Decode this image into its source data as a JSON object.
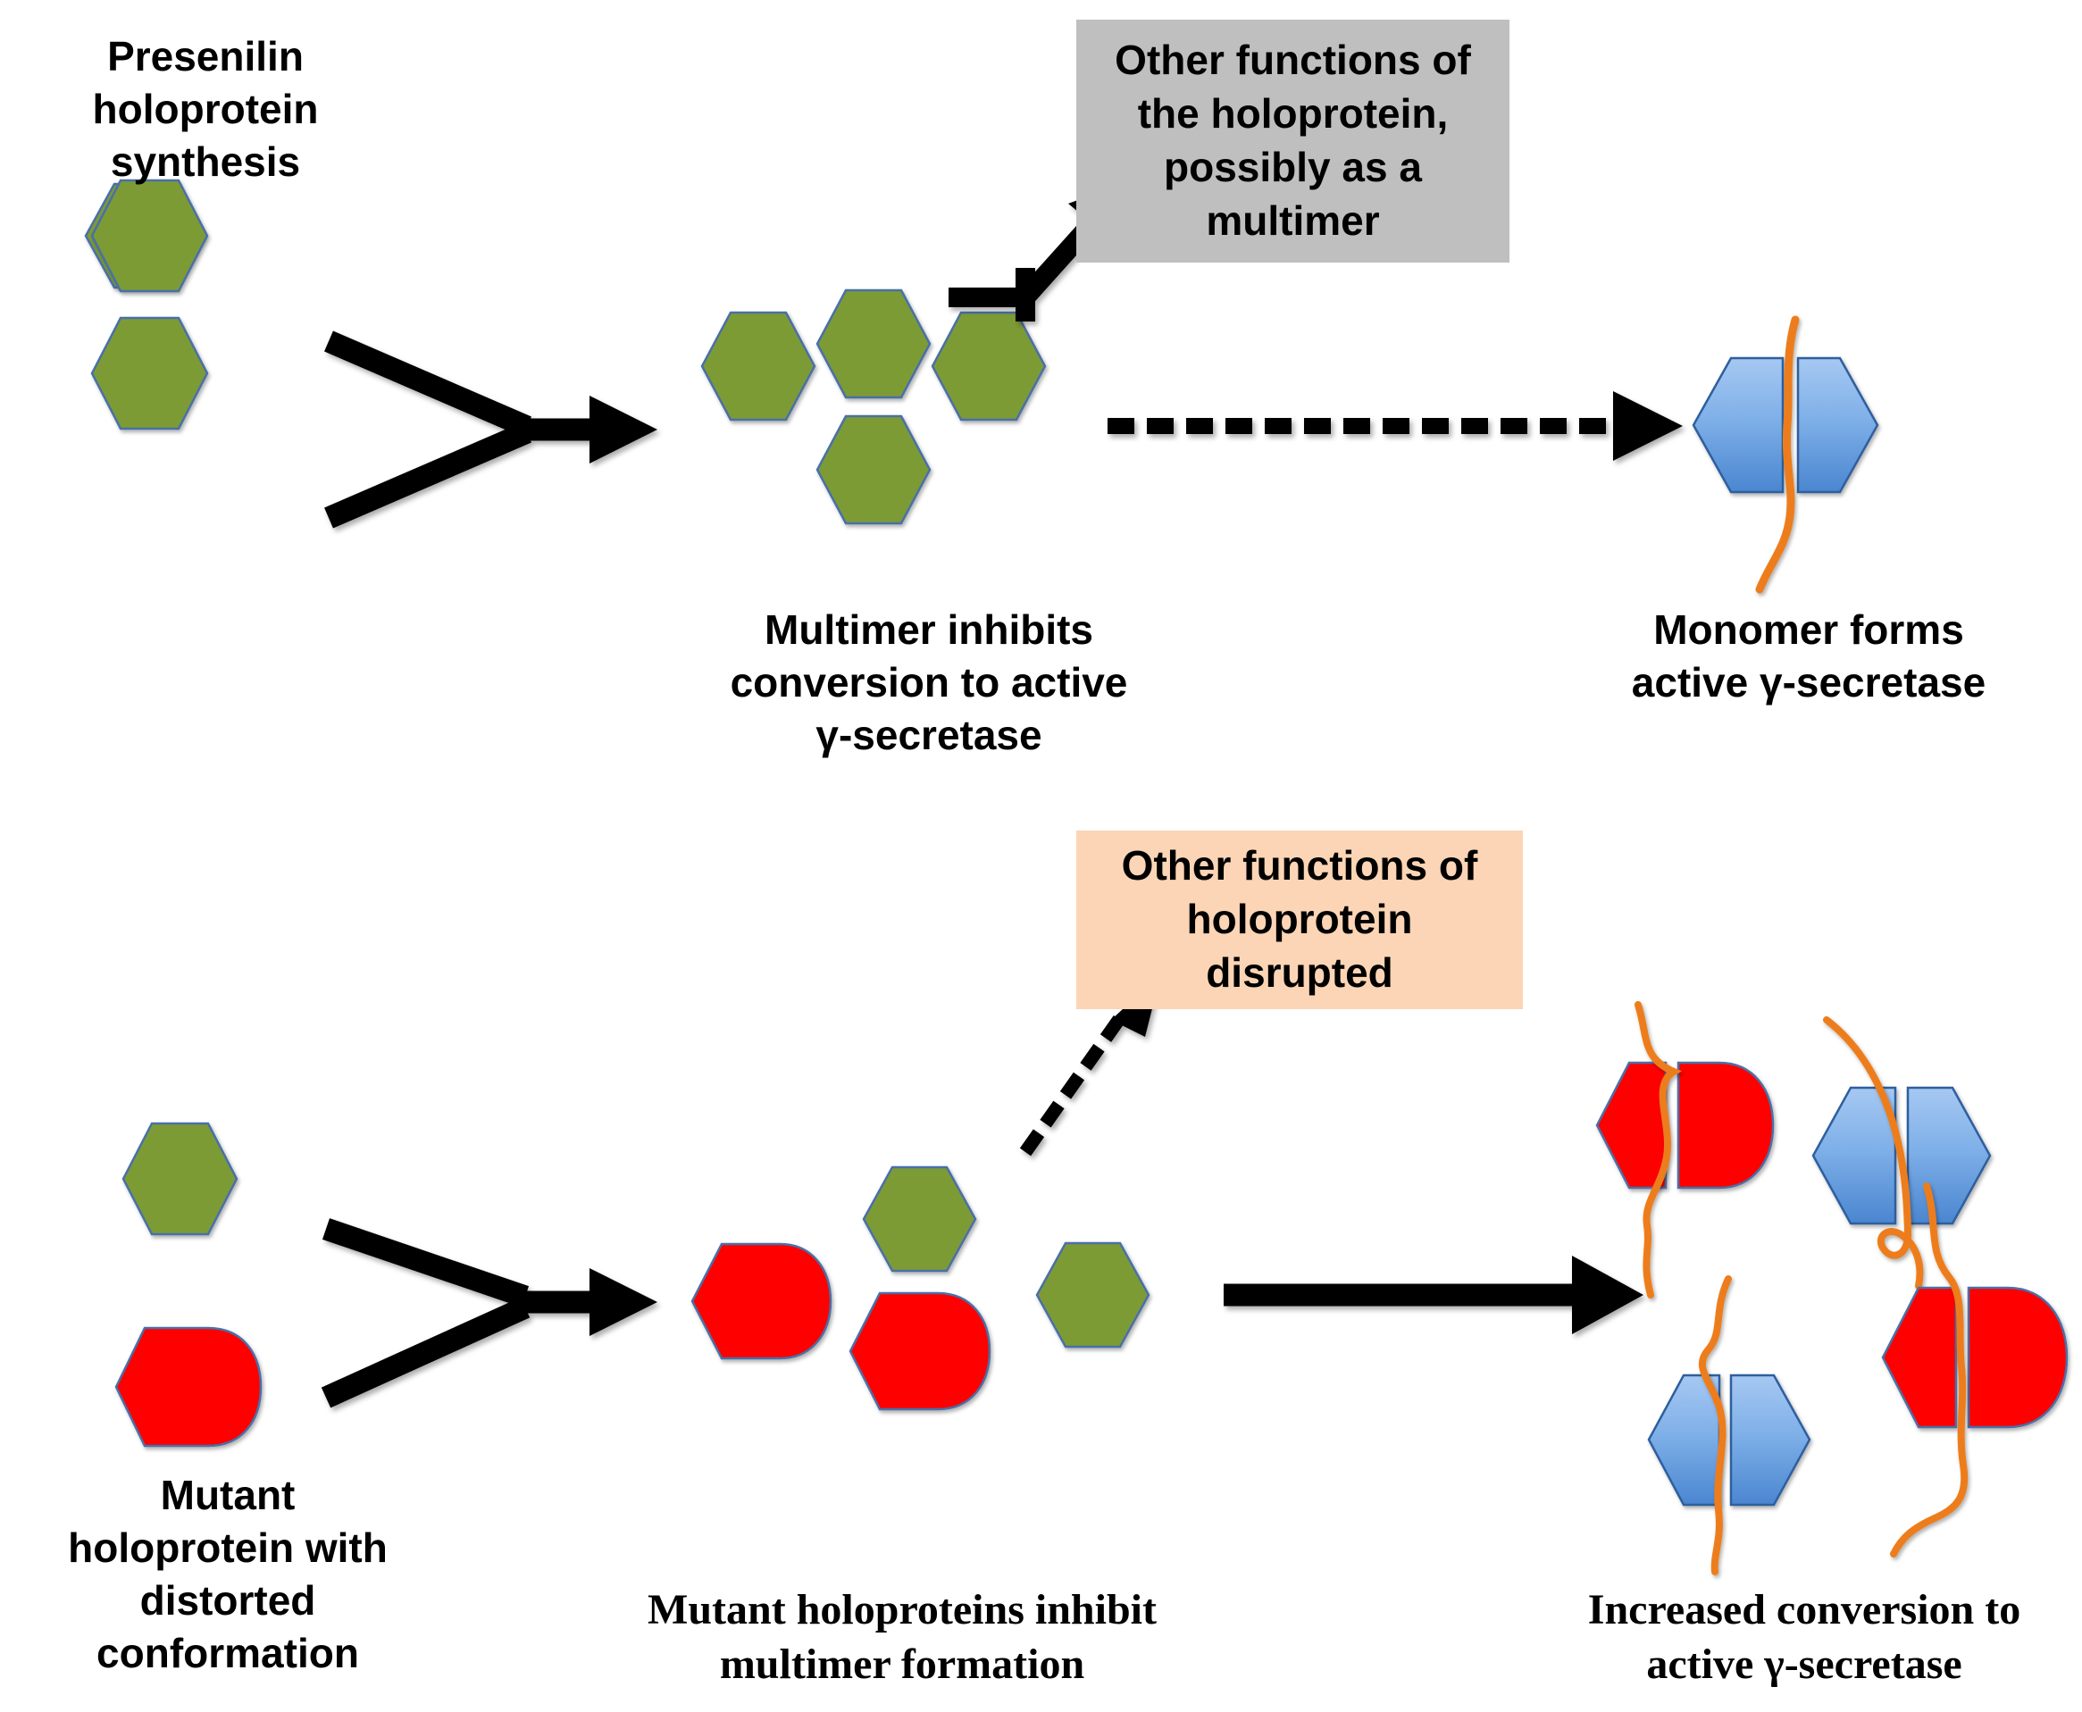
{
  "diagram": {
    "title": "Presenilin holoprotein multimerization and gamma-secretase activation",
    "colors": {
      "green": "#7d9b35",
      "green_edge": "#4a6fa8",
      "red": "#ff0000",
      "blue_light": "#9ec4ef",
      "blue_dark": "#4a86d0",
      "blue_edge": "#2e5e9e",
      "orange": "#ed7d1a",
      "gray_box": "#bfbfbf",
      "peach_box": "#fbd5b5",
      "arrow_black": "#000000"
    }
  },
  "top_row": {
    "source_label": "Presenilin\nholoprotein\nsynthesis",
    "callout_label": "Other functions of\nthe holoprotein,\npossibly as a\nmultimer",
    "multimer_label": "Multimer inhibits\nconversion to active\nγ-secretase",
    "monomer_label": "Monomer forms\nactive γ-secretase"
  },
  "bottom_row": {
    "source_label": "Mutant\nholoprotein with\ndistorted\nconformation",
    "callout_label": "Other functions of\nholoprotein\ndisrupted",
    "middle_label": "Mutant holoproteins inhibit\nmultimer formation",
    "right_label": "Increased conversion to\nactive γ-secretase"
  },
  "shapes": {
    "top_monomers": [
      {
        "name": "green-hexagon-upper",
        "type": "hexagon",
        "fill": "#7d9b35"
      },
      {
        "name": "green-hexagon-lower",
        "type": "hexagon",
        "fill": "#7d9b35"
      }
    ],
    "top_multimer": [
      {
        "name": "green-hexagon-left",
        "type": "hexagon",
        "fill": "#7d9b35"
      },
      {
        "name": "green-hexagon-top",
        "type": "hexagon",
        "fill": "#7d9b35"
      },
      {
        "name": "green-hexagon-bottom",
        "type": "hexagon",
        "fill": "#7d9b35"
      },
      {
        "name": "green-hexagon-right",
        "type": "hexagon",
        "fill": "#7d9b35"
      }
    ],
    "top_active": [
      {
        "name": "blue-split-hexagon",
        "type": "split-hexagon",
        "fill": "#4a86d0",
        "has_squiggle": true
      }
    ],
    "bottom_monomers": [
      {
        "name": "green-hexagon-normal",
        "type": "hexagon",
        "fill": "#7d9b35"
      },
      {
        "name": "red-distorted-hexagon",
        "type": "distorted-hexagon",
        "fill": "#ff0000"
      }
    ],
    "bottom_cluster": [
      {
        "name": "red-distorted-hexagon-left",
        "type": "distorted-hexagon",
        "fill": "#ff0000"
      },
      {
        "name": "green-hexagon-top",
        "type": "hexagon",
        "fill": "#7d9b35"
      },
      {
        "name": "red-distorted-hexagon-bottom",
        "type": "distorted-hexagon",
        "fill": "#ff0000"
      },
      {
        "name": "green-hexagon-right",
        "type": "hexagon",
        "fill": "#7d9b35"
      }
    ],
    "bottom_active": [
      {
        "name": "red-split-distorted-1",
        "type": "split-distorted",
        "fill": "#ff0000",
        "has_squiggle": true
      },
      {
        "name": "blue-split-hexagon-1",
        "type": "split-hexagon",
        "fill": "#4a86d0",
        "has_squiggle": true
      },
      {
        "name": "blue-split-hexagon-2",
        "type": "split-hexagon",
        "fill": "#4a86d0",
        "has_squiggle": true
      },
      {
        "name": "red-split-distorted-2",
        "type": "split-distorted",
        "fill": "#ff0000",
        "has_squiggle": true
      }
    ]
  },
  "arrows": {
    "top_converge": {
      "name": "converging-arrow-top",
      "style": "solid"
    },
    "top_to_callout": {
      "name": "branch-arrow-to-gray-callout",
      "style": "solid"
    },
    "top_dashed": {
      "name": "dashed-arrow-multimer-to-monomer",
      "style": "dashed"
    },
    "bottom_converge": {
      "name": "converging-arrow-bottom",
      "style": "solid"
    },
    "bottom_to_callout": {
      "name": "dashed-arrow-to-peach-callout",
      "style": "dashed"
    },
    "bottom_straight": {
      "name": "solid-arrow-cluster-to-active",
      "style": "solid"
    }
  }
}
